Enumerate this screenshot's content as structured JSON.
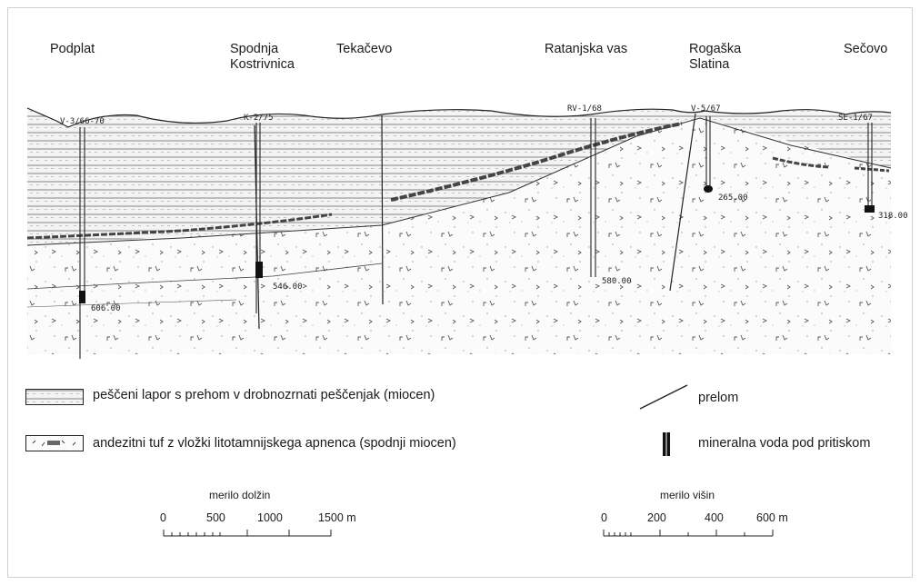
{
  "locations": [
    {
      "name": "Podplat"
    },
    {
      "name": "Spodnja\nKostrivnica"
    },
    {
      "name": "Tekačevo"
    },
    {
      "name": "Ratanjska vas"
    },
    {
      "name": "Rogaška\nSlatina"
    },
    {
      "name": "Sečovo"
    }
  ],
  "wells": [
    {
      "id": "V-3/66-70",
      "depth": "606.00"
    },
    {
      "id": "K-2/75",
      "depth": "546.00"
    },
    {
      "id": "RV-1/68",
      "depth": "580.00"
    },
    {
      "id": "V-5/67",
      "depth": "265.00"
    },
    {
      "id": "SE-1/67",
      "depth": "318.00"
    }
  ],
  "legend": {
    "sandy_marl": "peščeni lapor s prehom v drobnozrnati peščenjak (miocen)",
    "andesitic_tuff": "andezitni tuf z vložki litotamnijskega apnenca (spodnji miocen)",
    "fault": "prelom",
    "mineral_water": "mineralna voda pod pritiskom"
  },
  "scales": {
    "length": {
      "title": "merilo dolžin",
      "ticks": [
        "0",
        "500",
        "1000",
        "1500 m"
      ]
    },
    "height": {
      "title": "merilo višin",
      "ticks": [
        "0",
        "200",
        "400",
        "600 m"
      ]
    }
  }
}
